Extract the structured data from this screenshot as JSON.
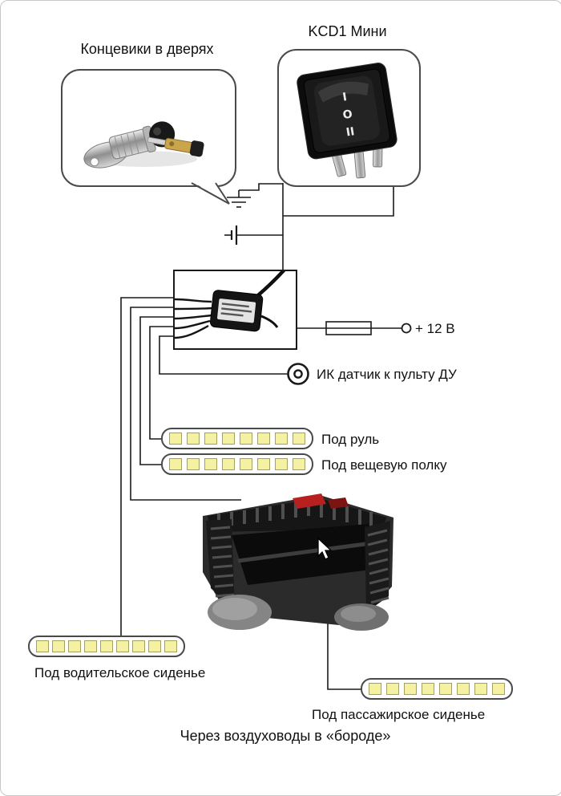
{
  "diagram": {
    "labels": {
      "door_switches": "Концевики в дверях",
      "rocker": "KCD1 Мини",
      "power": "+ 12 В",
      "ir_sensor": "ИК датчик к пульту ДУ",
      "strip_steering": "Под руль",
      "strip_shelf": "Под вещевую полку",
      "strip_driver": "Под водительское сиденье",
      "strip_passenger": "Под пассажирское сиденье",
      "caption": "Через воздуховоды в «бороде»"
    },
    "rocker_markings": {
      "top": "I",
      "middle": "O",
      "bottom": "II"
    },
    "led_counts": {
      "steering": 8,
      "shelf": 8,
      "driver": 9,
      "passenger": 8
    },
    "colors": {
      "wire": "#1a1a1a",
      "outline": "#4a4a4a",
      "led_fill": "#f4f1a2",
      "led_border": "#a3a35f",
      "sticker_red": "#b81f1f",
      "text": "#111111"
    }
  }
}
